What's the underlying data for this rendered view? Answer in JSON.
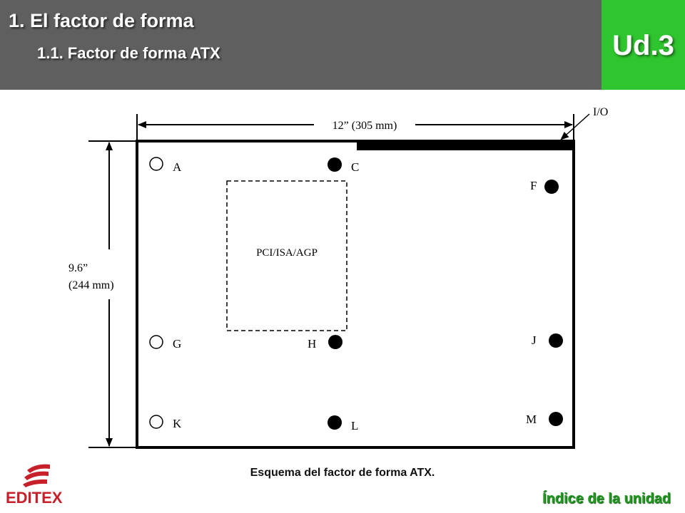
{
  "header": {
    "title": "1. El factor de forma",
    "subtitle": "1.1. Factor de forma ATX",
    "unit": "Ud.3"
  },
  "diagram": {
    "width_label": "12” (305 mm)",
    "io_label": "I/O",
    "height_label_line1": "9.6”",
    "height_label_line2": "(244 mm)",
    "slot_label": "PCI/ISA/AGP",
    "holes": [
      {
        "label": "A",
        "filled": false
      },
      {
        "label": "C",
        "filled": true
      },
      {
        "label": "F",
        "filled": true
      },
      {
        "label": "G",
        "filled": false
      },
      {
        "label": "H",
        "filled": true
      },
      {
        "label": "J",
        "filled": true
      },
      {
        "label": "K",
        "filled": false
      },
      {
        "label": "L",
        "filled": true
      },
      {
        "label": "M",
        "filled": true
      }
    ]
  },
  "caption": "Esquema del factor de forma ATX.",
  "footer": {
    "index_link": "Índice de la unidad",
    "logo_text": "EDITEX"
  },
  "colors": {
    "header_bg": "#5f5f5f",
    "unit_bg": "#2ec52e",
    "link": "#1f9a1f",
    "logo": "#c8202a"
  }
}
